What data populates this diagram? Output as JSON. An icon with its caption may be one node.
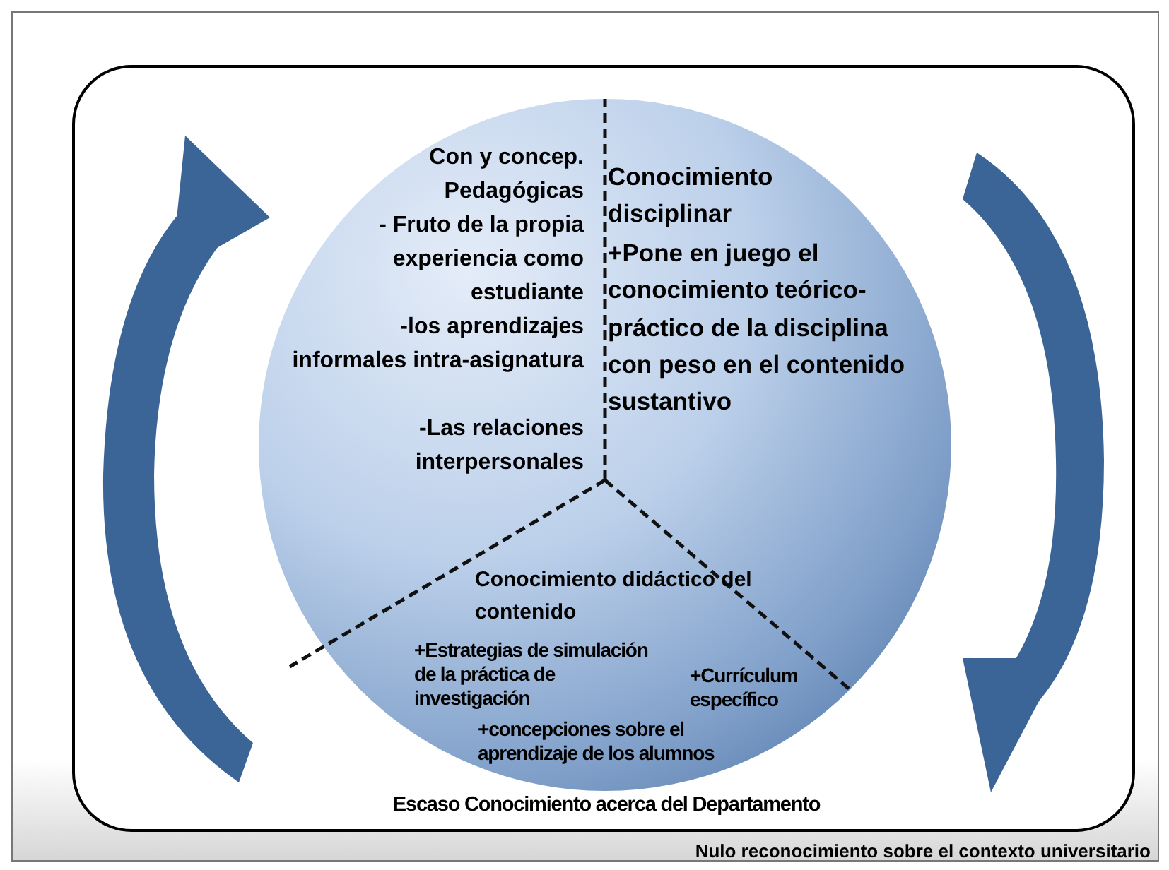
{
  "diagram": {
    "nodes": [
      {
        "text": [
          "Nulo reconocimiento sobre el contexto universitario"
        ]
      },
      {
        "text": [
          "Escaso Conocimiento acerca del Departamento"
        ],
        "in": 0
      },
      {
        "text": [],
        "shape": "circle",
        "in": 1
      },
      {
        "text": [
          "Con y concep. Pedagógicas",
          "- Fruto de la propia experiencia como estudiante",
          "-los aprendizajes informales intra-asignatura",
          "-Las relaciones interpersonales"
        ],
        "in": 2
      },
      {
        "text": [
          "Conocimiento disciplinar",
          "+Pone en juego el conocimiento teórico-práctico de la disciplina con peso en el contenido sustantivo"
        ],
        "in": 2
      },
      {
        "text": [
          "Conocimiento didáctico del contenido",
          "+Estrategias de simulación de la práctica de investigación",
          "+Currículum específico",
          "+concepciones sobre el aprendizaje de los alumnos"
        ],
        "in": 2
      }
    ],
    "edges": []
  }
}
